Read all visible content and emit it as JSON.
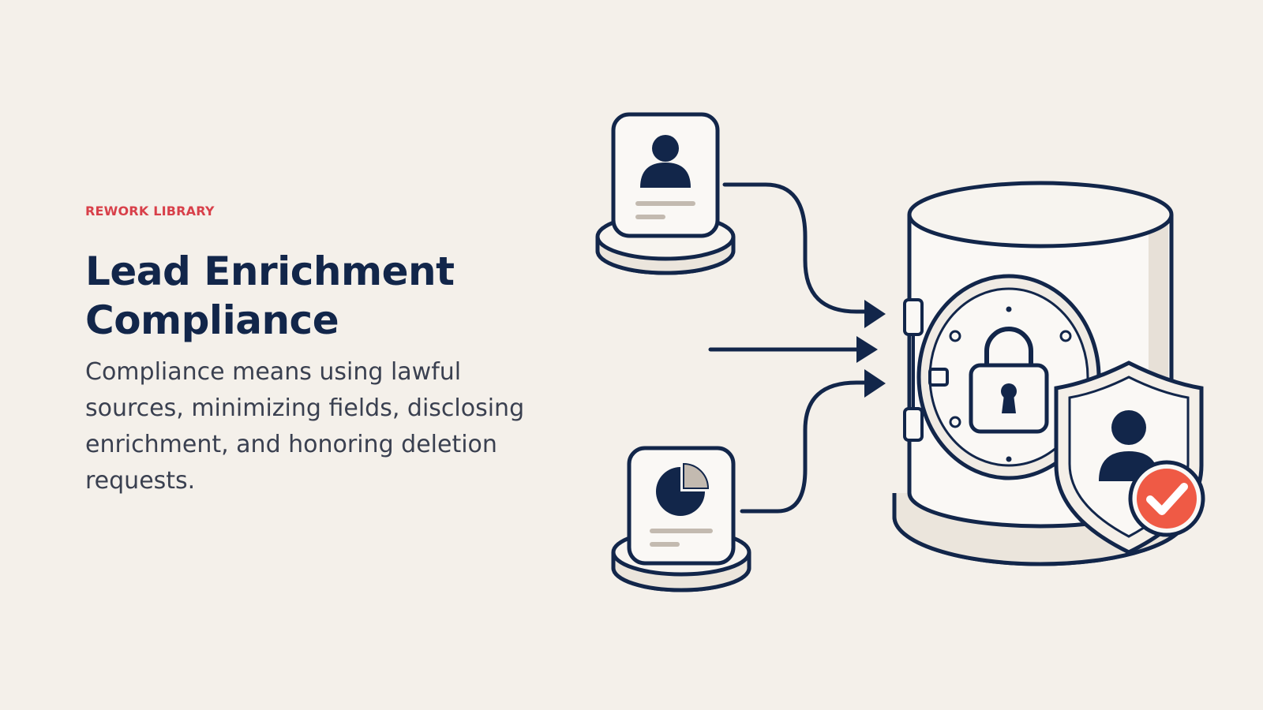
{
  "slide": {
    "eyebrow": "REWORK LIBRARY",
    "title_line1": "Lead Enrichment",
    "title_line2": "Compliance",
    "description": "Compliance means using lawful sources, minimizing fields, disclosing enrichment, and honoring deletion requests."
  },
  "illustration": {
    "icons": [
      "profile-card-icon",
      "pie-chart-card-icon",
      "database-vault-icon",
      "padlock-icon",
      "shield-user-icon",
      "checkmark-badge-icon"
    ],
    "colors": {
      "ink": "#12264a",
      "accent": "#d8404a",
      "badge": "#ef5a45",
      "paper": "#faf8f5",
      "shade": "#e7e0d7",
      "muted": "#c3bab0"
    }
  }
}
